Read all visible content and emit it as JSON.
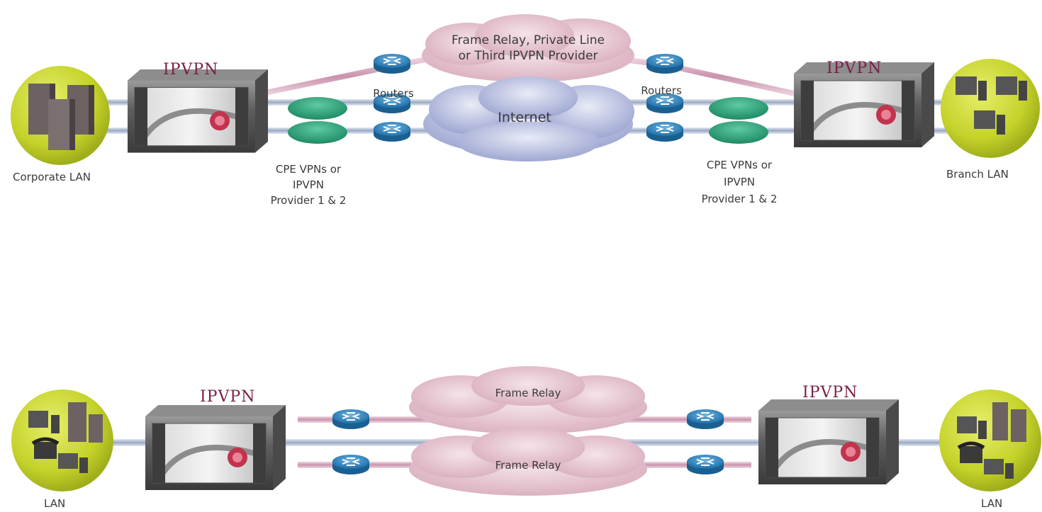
{
  "top": {
    "left_lan_label": "Corporate LAN",
    "right_lan_label": "Branch LAN",
    "left_gateway_label": "IPVPN",
    "right_gateway_label": "IPVPN",
    "upper_cloud_label_line1": "Frame Relay, Private Line",
    "upper_cloud_label_line2": "or Third IPVPN Provider",
    "internet_cloud_label": "Internet",
    "left_routers_label": "Routers",
    "right_routers_label": "Routers",
    "left_cpe_label_line1": "CPE VPNs or",
    "left_cpe_label_line2": "IPVPN",
    "left_cpe_label_line3": "Provider 1 & 2",
    "right_cpe_label_line1": "CPE VPNs or",
    "right_cpe_label_line2": "IPVPN",
    "right_cpe_label_line3": "Provider 1 & 2"
  },
  "bottom": {
    "left_lan_label": "LAN",
    "right_lan_label": "LAN",
    "left_gateway_label": "IPVPN",
    "right_gateway_label": "IPVPN",
    "cloud1_label": "Frame Relay",
    "cloud2_label": "Frame Relay"
  },
  "colors": {
    "lan_disk": "#c9d72e",
    "link_pink": "#d9b3c6",
    "link_blue": "#b9c5d9",
    "router_blue": "#2c86c4",
    "vpn_green": "#2fa77f",
    "cloud_pink": "#e8c9d3",
    "cloud_blue": "#b7bedf",
    "gateway_metal": "#6d6d6d",
    "label_ipvpn": "#7a1f47"
  }
}
